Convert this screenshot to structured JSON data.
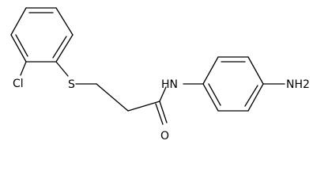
{
  "molecule": {
    "atoms": {
      "cl": "Cl",
      "s": "S",
      "nh": "HN",
      "o": "O",
      "nh2": "NH2"
    },
    "colors": {
      "bond": "#000000",
      "label": "#000000",
      "background": "#ffffff"
    }
  }
}
